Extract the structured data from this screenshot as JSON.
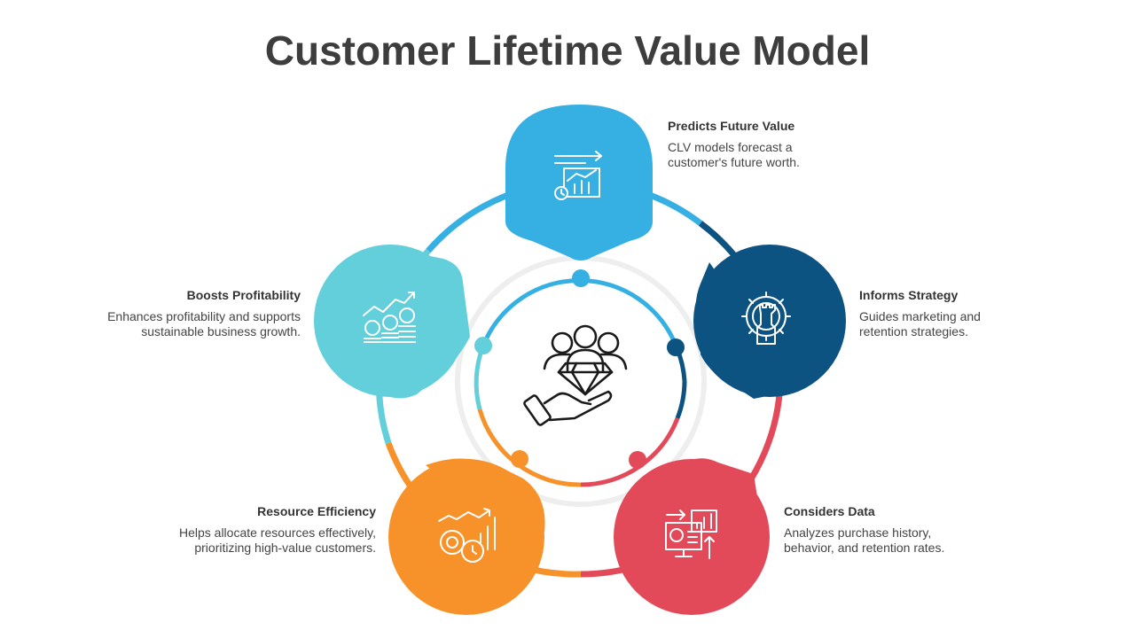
{
  "title": "Customer Lifetime Value Model",
  "colors": {
    "blue": "#36b0e3",
    "navy": "#0c5382",
    "red": "#e34a59",
    "orange": "#f7922b",
    "cyan": "#62cfdb",
    "text": "#3d3d3d"
  },
  "items": [
    {
      "heading": "Predicts Future Value",
      "desc": "CLV models forecast a customer's future worth.",
      "icon": "forecast-chart-icon"
    },
    {
      "heading": "Informs Strategy",
      "desc": "Guides marketing and retention strategies.",
      "icon": "strategy-gear-icon"
    },
    {
      "heading": "Considers Data",
      "desc": "Analyzes purchase history, behavior, and retention rates.",
      "icon": "data-monitor-icon"
    },
    {
      "heading": "Resource Efficiency",
      "desc": "Helps allocate resources effectively, prioritizing high-value customers.",
      "icon": "efficiency-gears-icon"
    },
    {
      "heading": "Boosts Profitability",
      "desc": "Enhances profitability and supports sustainable business growth.",
      "icon": "profit-coins-icon"
    }
  ],
  "center_icon": "customer-value-diamond-icon"
}
